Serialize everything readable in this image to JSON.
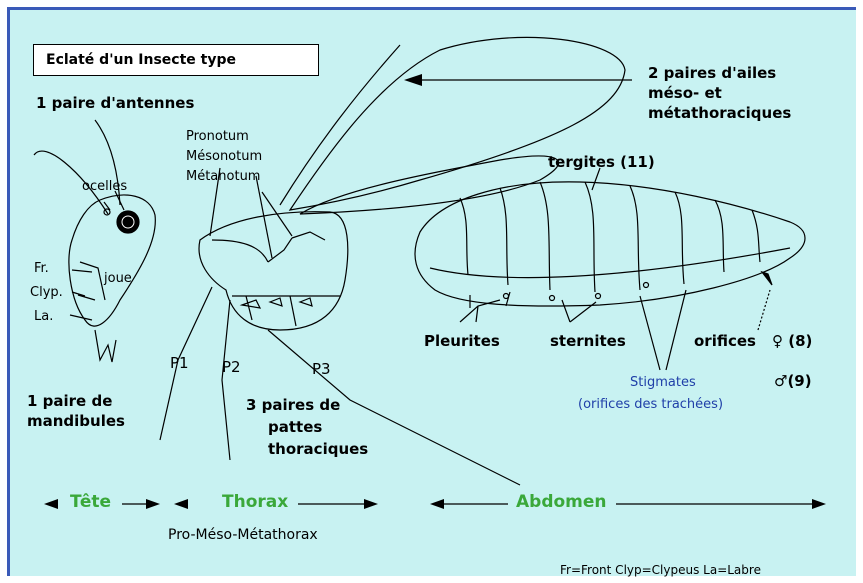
{
  "title": "Eclaté d'un Insecte type",
  "labels": {
    "antennes": "1 paire d'antennes",
    "ailes": [
      "2 paires d'ailes",
      "méso- et",
      "métathoraciques"
    ],
    "pronotum": "Pronotum",
    "mesonotum": "Mésonotum",
    "metanotum": "Métanotum",
    "ocelles": "ocelles",
    "joue": "joue",
    "front": "Fr.",
    "clypeus": "Clyp.",
    "labre": "La.",
    "mandibules": [
      "1 paire de",
      "mandibules"
    ],
    "p1": "P1",
    "p2": "P2",
    "p3": "P3",
    "pattes": [
      "3 paires de",
      "pattes",
      "thoraciques"
    ],
    "tergites": "tergites (11)",
    "pleurites": "Pleurites",
    "sternites": "sternites",
    "orifices": "orifices",
    "female": "♀ (8)",
    "male": "♂(9)",
    "stigmates": [
      "Stigmates",
      "(orifices des trachées)"
    ]
  },
  "regions": {
    "tete": "Tête",
    "thorax": "Thorax",
    "abdomen": "Abdomen",
    "prometa": "Pro-Méso-Métathorax"
  },
  "legend": "Fr=Front   Clyp=Clypeus   La=Labre",
  "colors": {
    "background": "#c8f2f2",
    "region_text": "#3aa83a",
    "stigmates_text": "#1f3fa8",
    "border": "#3a5ab8"
  }
}
